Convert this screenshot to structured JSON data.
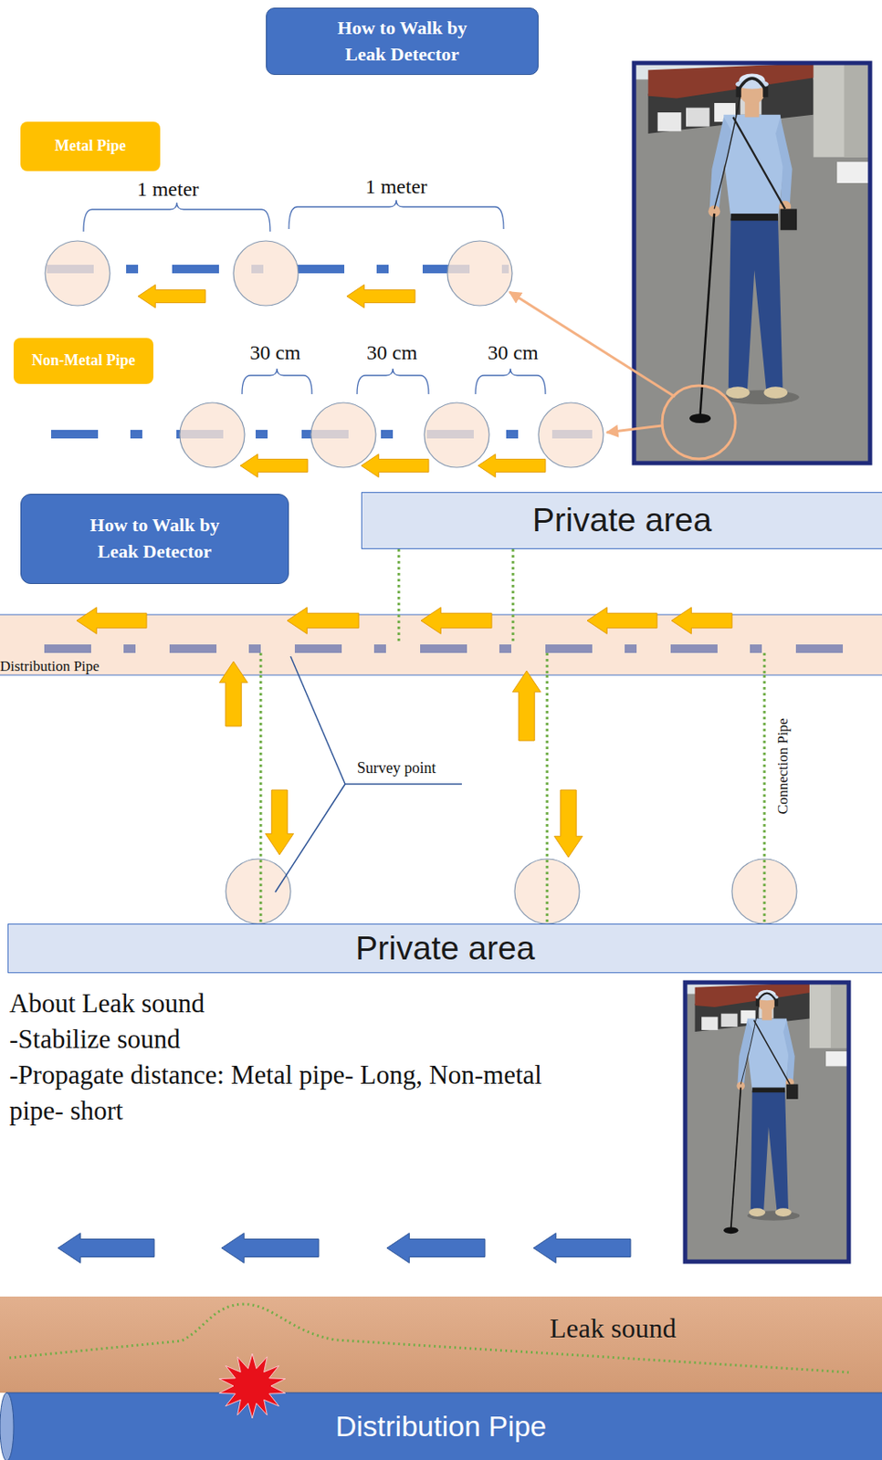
{
  "diagram": {
    "nodes": [
      {
        "text": [
          "How to Walk by Leak Detector"
        ]
      },
      {
        "text": [
          "Metal Pipe"
        ]
      },
      {
        "text": [
          "Non-Metal Pipe"
        ]
      },
      {
        "text": [
          "How to Walk by Leak Detector"
        ]
      },
      {
        "text": [
          "Private area"
        ]
      },
      {
        "text": [
          "Distribution Pipe"
        ]
      },
      {
        "text": [
          "Private area"
        ]
      },
      {
        "text": [
          "Leak sound"
        ]
      },
      {
        "text": [
          "Distribution Pipe"
        ]
      }
    ],
    "edges": [
      {
        "from": 4,
        "to": 5,
        "arrow": "none"
      },
      {
        "from": 4,
        "to": 5,
        "arrow": "none"
      },
      {
        "from": 5,
        "to": 6,
        "arrow": "none"
      },
      {
        "from": 5,
        "to": 6,
        "arrow": "none"
      },
      {
        "from": 5,
        "to": 6,
        "arrow": "none"
      }
    ],
    "labels": [
      "1 meter",
      "1 meter",
      "30 cm",
      "30 cm",
      "30 cm",
      "Connection Pipe",
      "Survey point",
      "About Leak sound",
      "-Stabilize sound",
      "-Propagate distance: Metal pipe- Long, Non-metal pipe- short"
    ]
  }
}
